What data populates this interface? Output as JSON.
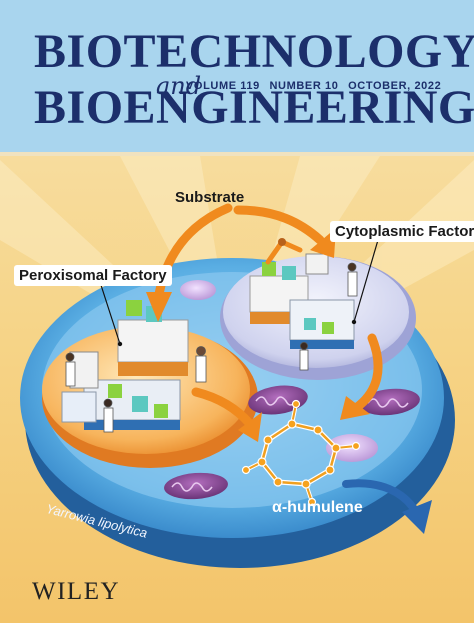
{
  "masthead": {
    "title_line1": "BIOTECHNOLOGY",
    "title_and": "and",
    "title_line2": "BIOENGINEERING",
    "volume": "VOLUME 119",
    "number": "NUMBER 10",
    "date": "OCTOBER, 2022"
  },
  "illustration": {
    "label_substrate": "Substrate",
    "label_cytoplasmic": "Cytoplasmic Factory",
    "label_peroxisomal": "Peroxisomal Factory",
    "label_product": "α-humulene",
    "label_organism": "Yarrowia lipolytica"
  },
  "publisher": "WILEY",
  "colors": {
    "masthead_bg": "#a9d5ee",
    "title": "#1c2f6b",
    "cell_outer": "#3d8fd0",
    "peroxisome": "#f3a850",
    "cytoplasm_vesicle": "#d7d9f2",
    "arrow": "#f08a1e",
    "mitochondria": "#7a3b86"
  }
}
